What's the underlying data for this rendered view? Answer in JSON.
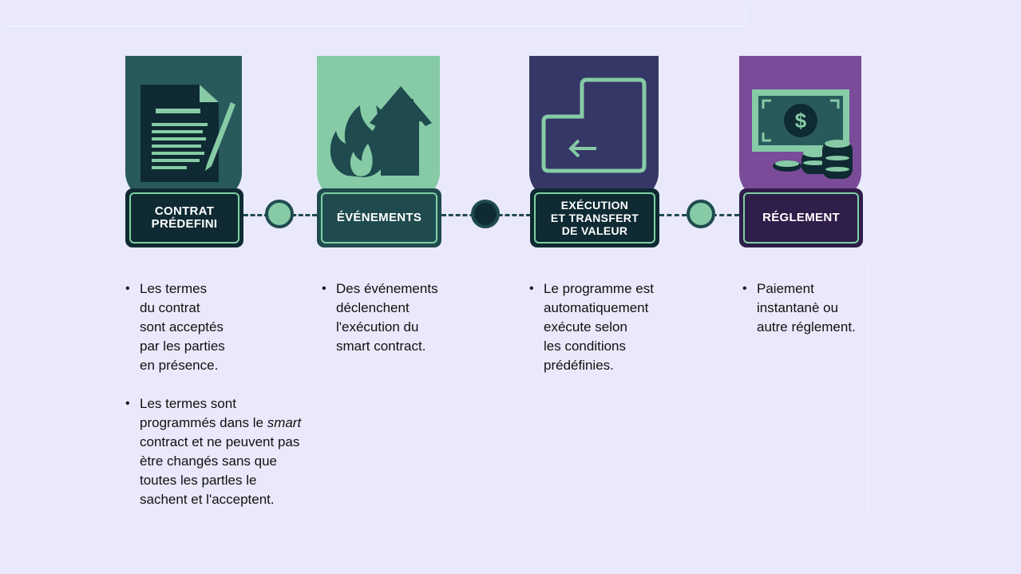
{
  "steps": [
    {
      "id": "contrat",
      "label": "CONTRAT\nPRÉDEFINI",
      "icon": "contract-document-icon",
      "card_color": "#285a5c",
      "box_color": "#0f2a33",
      "bullets": [
        "Les termes\ndu contrat\nsont acceptés\npar les parties\nen présence.",
        {
          "before": "Les termes sont\nprogrammés dans le ",
          "italic": "smart",
          "after": "\ncontract et ne peuvent pas\nètre changés sans que\ntoutes les partles le\nsachent et l'acceptent."
        }
      ]
    },
    {
      "id": "evenements",
      "label": "ÉVÉNEMENTS",
      "icon": "fire-house-icon",
      "card_color": "#86cba6",
      "box_color": "#1f4b4f",
      "bullets": [
        "Des événements\ndéclenchent\nl'exécution du\nsmart contract."
      ]
    },
    {
      "id": "execution",
      "label": "EXÉCUTION\nET TRANSFERT\nDE VALEUR",
      "icon": "return-key-icon",
      "card_color": "#353766",
      "box_color": "#0f2a33",
      "bullets": [
        "Le programme est\nautomatiquement\nexécute selon\nles conditions\nprédéfinies."
      ]
    },
    {
      "id": "reglement",
      "label": "RÉGLEMENT",
      "icon": "money-coins-icon",
      "card_color": "#7a4b99",
      "box_color": "#2f1d4a",
      "bullets": [
        "Paiement\ninstantanè ou\nautre réglement."
      ]
    }
  ],
  "colors": {
    "background": "#e9e9fb",
    "connector": "#1f4b4f",
    "node_light": "#86cba6",
    "node_dark": "#0f2a33",
    "accent_green": "#7fd0a2"
  }
}
